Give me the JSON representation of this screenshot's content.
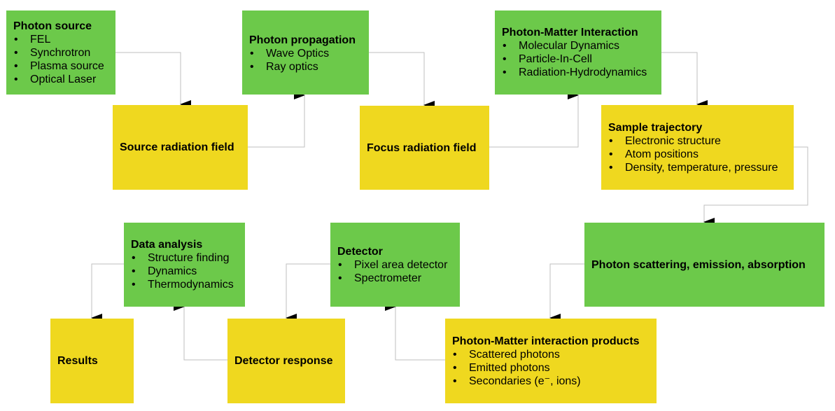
{
  "photon_source": {
    "title": "Photon source",
    "items": [
      "FEL",
      "Synchrotron",
      "Plasma source",
      "Optical Laser"
    ]
  },
  "source_radiation_field": {
    "title": "Source radiation field"
  },
  "photon_propagation": {
    "title": "Photon propagation",
    "items": [
      "Wave Optics",
      "Ray optics"
    ]
  },
  "focus_radiation_field": {
    "title": "Focus radiation field"
  },
  "photon_matter_interaction": {
    "title": "Photon-Matter Interaction",
    "items": [
      "Molecular Dynamics",
      "Particle-In-Cell",
      "Radiation-Hydrodynamics"
    ]
  },
  "sample_trajectory": {
    "title": "Sample trajectory",
    "items": [
      "Electronic structure",
      "Atom positions",
      "Density, temperature, pressure"
    ]
  },
  "photon_scattering": {
    "title": "Photon scattering, emission, absorption"
  },
  "interaction_products": {
    "title": "Photon-Matter interaction products",
    "items": [
      "Scattered photons",
      "Emitted photons",
      "Secondaries (e⁻, ions)"
    ]
  },
  "detector": {
    "title": "Detector",
    "items": [
      "Pixel area detector",
      "Spectrometer"
    ]
  },
  "detector_response": {
    "title": "Detector response"
  },
  "data_analysis": {
    "title": "Data analysis",
    "items": [
      "Structure finding",
      "Dynamics",
      "Thermodynamics"
    ]
  },
  "results": {
    "title": "Results"
  },
  "colors": {
    "green": "#6cc94a",
    "yellow": "#efd81f",
    "connector": "#bfbfbf"
  }
}
